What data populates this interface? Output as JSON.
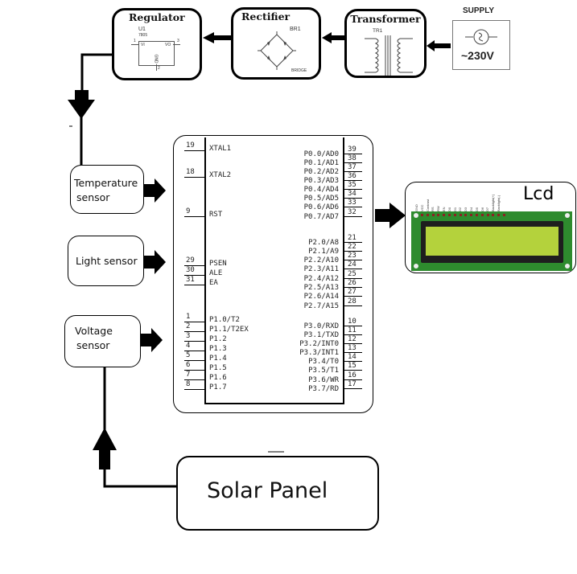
{
  "power_chain": {
    "supply": {
      "title": "SUPPLY",
      "voltage": "~230V"
    },
    "transformer": {
      "title": "Transformer",
      "ref": "TR1"
    },
    "rectifier": {
      "title": "Rectifier",
      "ref": "BR1",
      "part": "BRIDGE"
    },
    "regulator": {
      "title": "Regulator",
      "ref": "U1",
      "part": "7805",
      "pin_in": "VI",
      "pin_out": "VO",
      "pin_gnd": "GND",
      "pin1": "1",
      "pin2": "2",
      "pin3": "3"
    }
  },
  "sensors": [
    {
      "label_line1": "Temperature",
      "label_line2": "sensor"
    },
    {
      "label_line1": "Light sensor",
      "label_line2": ""
    },
    {
      "label_line1": "Voltage",
      "label_line2": "sensor"
    }
  ],
  "solar": {
    "label": "Solar Panel"
  },
  "lcd": {
    "label": "Lcd",
    "pins": [
      "GND",
      "VCC",
      "Contrast",
      "RS",
      "RW",
      "EN",
      "D0",
      "D1",
      "D2",
      "D3",
      "D4",
      "D5",
      "D6",
      "D7",
      "Backlight(+)",
      "Backlight(-)"
    ]
  },
  "mcu": {
    "left_pins": [
      {
        "num": "19",
        "name": "XTAL1"
      },
      {
        "num": "18",
        "name": "XTAL2"
      },
      {
        "num": "9",
        "name": "RST"
      },
      {
        "num": "29",
        "name": "PSEN"
      },
      {
        "num": "30",
        "name": "ALE"
      },
      {
        "num": "31",
        "name": "EA"
      },
      {
        "num": "1",
        "name": "P1.0/T2"
      },
      {
        "num": "2",
        "name": "P1.1/T2EX"
      },
      {
        "num": "3",
        "name": "P1.2"
      },
      {
        "num": "4",
        "name": "P1.3"
      },
      {
        "num": "5",
        "name": "P1.4"
      },
      {
        "num": "6",
        "name": "P1.5"
      },
      {
        "num": "7",
        "name": "P1.6"
      },
      {
        "num": "8",
        "name": "P1.7"
      }
    ],
    "right_pins": [
      {
        "num": "39",
        "name": "P0.0/AD0"
      },
      {
        "num": "38",
        "name": "P0.1/AD1"
      },
      {
        "num": "37",
        "name": "P0.2/AD2"
      },
      {
        "num": "36",
        "name": "P0.3/AD3"
      },
      {
        "num": "35",
        "name": "P0.4/AD4"
      },
      {
        "num": "34",
        "name": "P0.5/AD5"
      },
      {
        "num": "33",
        "name": "P0.6/AD6"
      },
      {
        "num": "32",
        "name": "P0.7/AD7"
      },
      {
        "num": "21",
        "name": "P2.0/A8"
      },
      {
        "num": "22",
        "name": "P2.1/A9"
      },
      {
        "num": "23",
        "name": "P2.2/A10"
      },
      {
        "num": "24",
        "name": "P2.3/A11"
      },
      {
        "num": "25",
        "name": "P2.4/A12"
      },
      {
        "num": "26",
        "name": "P2.5/A13"
      },
      {
        "num": "27",
        "name": "P2.6/A14"
      },
      {
        "num": "28",
        "name": "P2.7/A15"
      },
      {
        "num": "10",
        "name": "P3.0/RXD"
      },
      {
        "num": "11",
        "name": "P3.1/TXD"
      },
      {
        "num": "12",
        "name": "P3.2/INT0"
      },
      {
        "num": "13",
        "name": "P3.3/INT1"
      },
      {
        "num": "14",
        "name": "P3.4/T0"
      },
      {
        "num": "15",
        "name": "P3.5/T1"
      },
      {
        "num": "16",
        "name": "P3.6/WR"
      },
      {
        "num": "17",
        "name": "P3.7/RD"
      }
    ]
  },
  "colors": {
    "lcd_board": "#2e8b2e",
    "lcd_screen": "#b4d23c",
    "lcd_bezel": "#1e1e1e"
  }
}
